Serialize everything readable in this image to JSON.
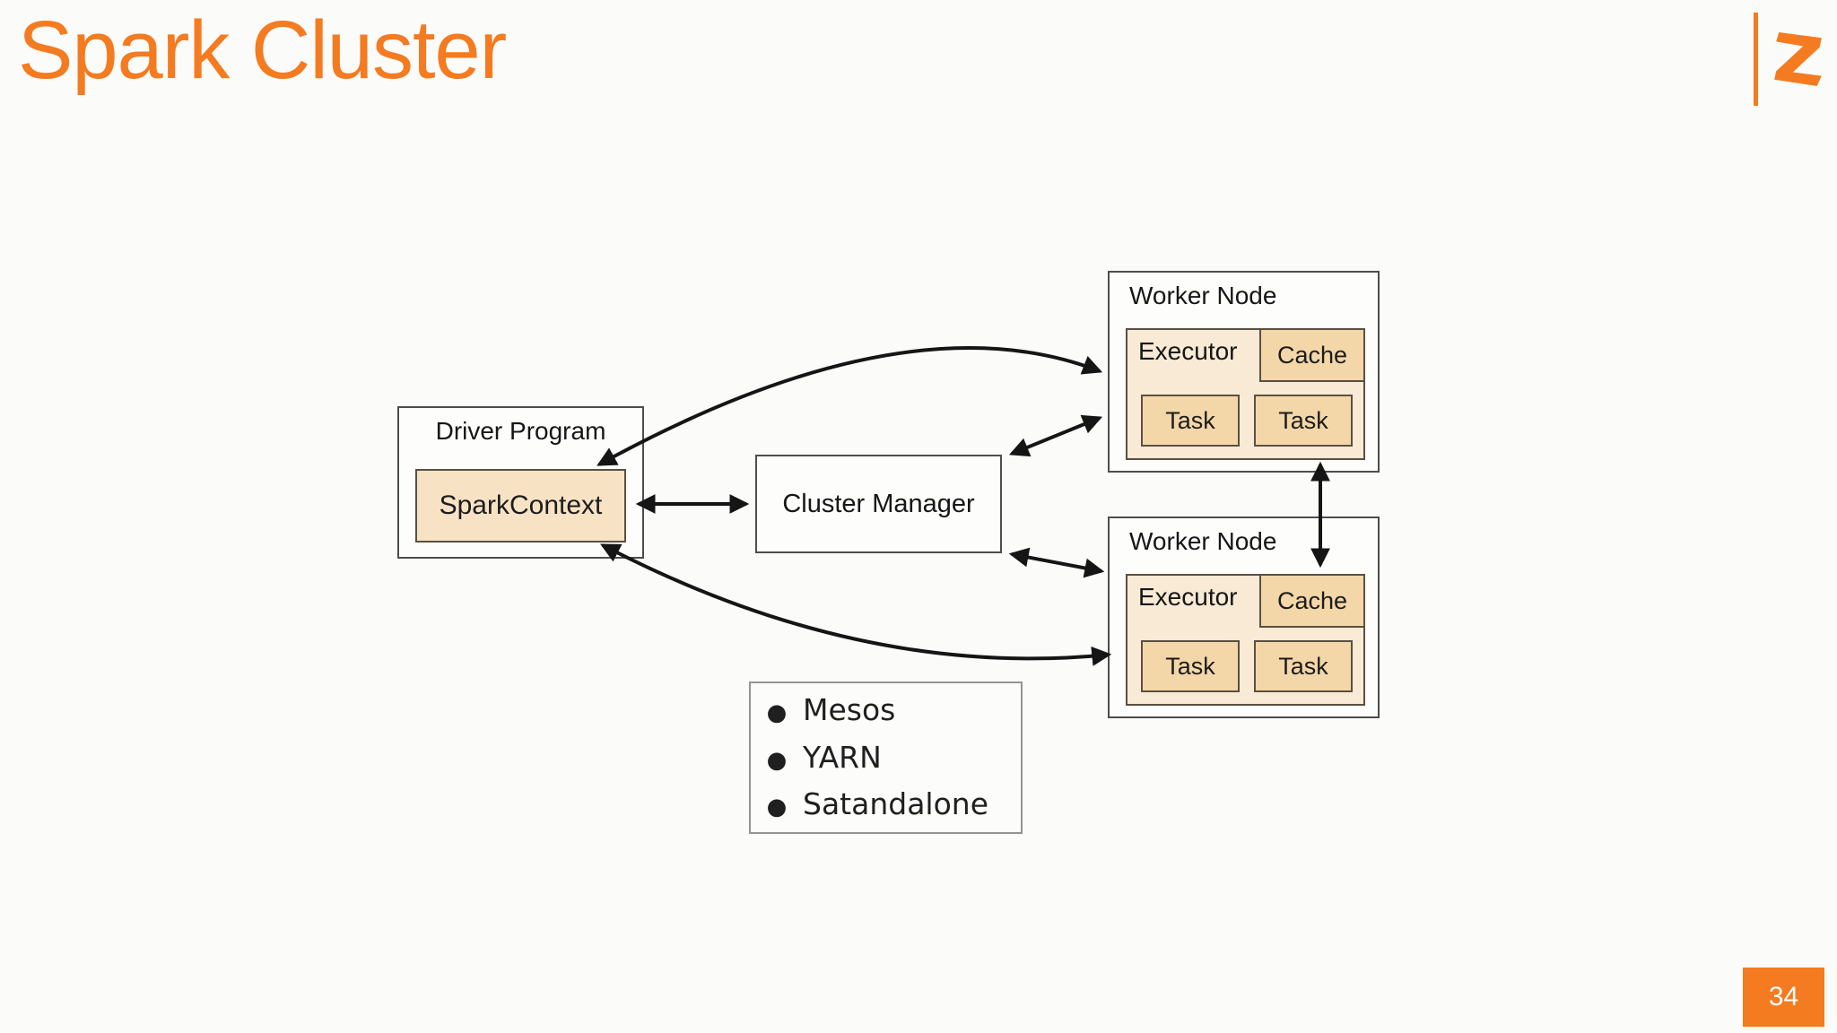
{
  "slide": {
    "title": "Spark Cluster",
    "page_number": "34"
  },
  "logo": {
    "letter": "Z",
    "color": "#F47B20"
  },
  "diagram": {
    "driver": {
      "label": "Driver Program",
      "context_label": "SparkContext"
    },
    "cluster_manager": {
      "label": "Cluster Manager"
    },
    "worker_nodes": [
      {
        "label": "Worker Node",
        "executor_label": "Executor",
        "cache_label": "Cache",
        "tasks": [
          "Task",
          "Task"
        ]
      },
      {
        "label": "Worker Node",
        "executor_label": "Executor",
        "cache_label": "Cache",
        "tasks": [
          "Task",
          "Task"
        ]
      }
    ],
    "manager_options": [
      "Mesos",
      "YARN",
      "Satandalone"
    ]
  },
  "colors": {
    "accent": "#F47B20",
    "box_fill_light": "#f8ead4",
    "box_fill_tan": "#f4d7a8",
    "arrow": "#151515"
  }
}
